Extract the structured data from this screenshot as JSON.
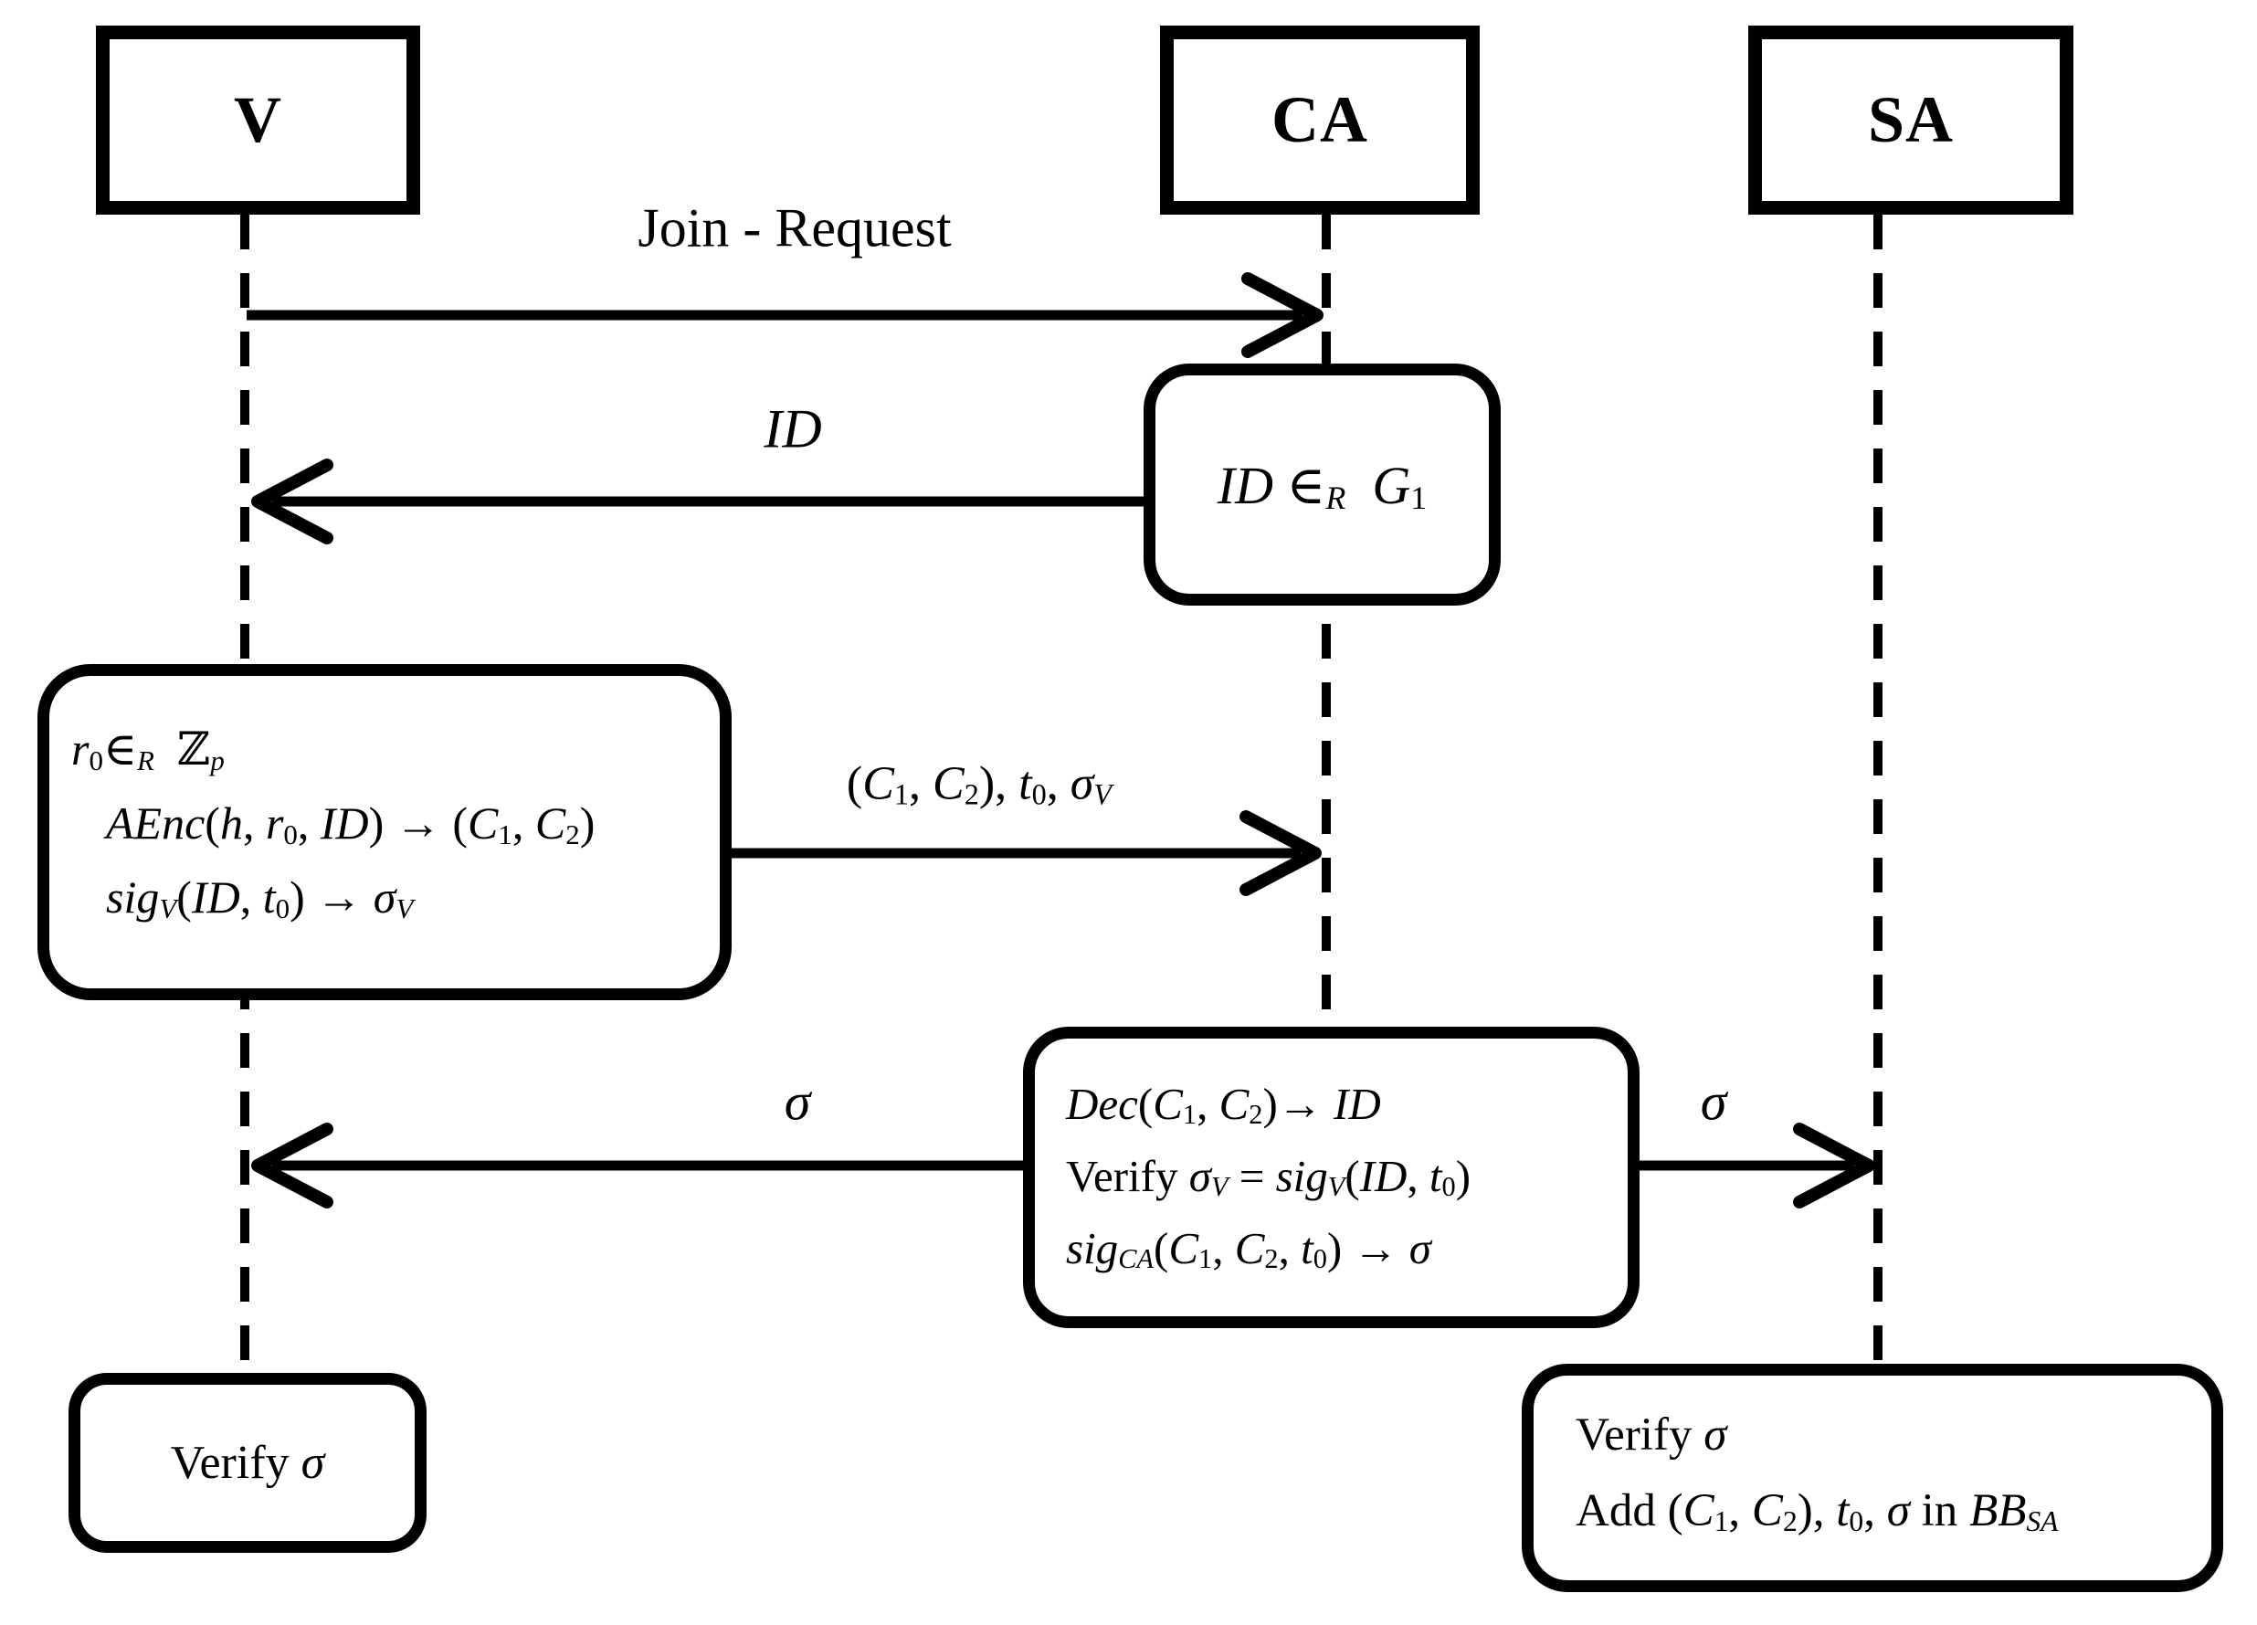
{
  "figure": {
    "kind": "protocol-sequence-diagram",
    "ink_color": "#000000",
    "background_color": "#ffffff"
  },
  "actors": [
    {
      "label": "V"
    },
    {
      "label": "CA"
    },
    {
      "label": "SA"
    }
  ],
  "messages": {
    "join_request": {
      "label": "Join - Request"
    },
    "id_response": {
      "label_segments": [
        {
          "t": "ID",
          "i": 1
        }
      ]
    },
    "commitment": {
      "label_segments": [
        {
          "t": "("
        },
        {
          "t": "C",
          "i": 1
        },
        {
          "t": "1",
          "sub": 1
        },
        {
          "t": ", "
        },
        {
          "t": "C",
          "i": 1
        },
        {
          "t": "2",
          "sub": 1
        },
        {
          "t": "), "
        },
        {
          "t": "t",
          "i": 1
        },
        {
          "t": "0",
          "sub": 1
        },
        {
          "t": ", "
        },
        {
          "t": "σ",
          "i": 1
        },
        {
          "t": "V",
          "sub": 1,
          "i": 1
        }
      ]
    },
    "sigma_to_v": {
      "label_segments": [
        {
          "t": "σ",
          "i": 1
        }
      ]
    },
    "sigma_to_sa": {
      "label_segments": [
        {
          "t": "σ",
          "i": 1
        }
      ]
    }
  },
  "boxes": {
    "ca_id_gen": {
      "lines": [
        [
          {
            "t": "ID",
            "i": 1
          },
          {
            "t": " ∈"
          },
          {
            "t": "R",
            "sub": 1,
            "i": 1
          },
          {
            "t": "  "
          },
          {
            "t": "G",
            "i": 1
          },
          {
            "t": "1",
            "sub": 1
          }
        ]
      ]
    },
    "v_encrypt": {
      "lines": [
        [
          {
            "t": "r",
            "i": 1
          },
          {
            "t": "0",
            "sub": 1
          },
          {
            "t": "∈"
          },
          {
            "t": "R",
            "sub": 1,
            "i": 1
          },
          {
            "t": "  ℤ"
          },
          {
            "t": "p",
            "sub": 1,
            "i": 1
          }
        ],
        [
          {
            "t": "AEnc",
            "i": 1
          },
          {
            "t": "("
          },
          {
            "t": "h",
            "i": 1
          },
          {
            "t": ", "
          },
          {
            "t": "r",
            "i": 1
          },
          {
            "t": "0",
            "sub": 1
          },
          {
            "t": ", "
          },
          {
            "t": "ID",
            "i": 1
          },
          {
            "t": ") → ("
          },
          {
            "t": "C",
            "i": 1
          },
          {
            "t": "1",
            "sub": 1
          },
          {
            "t": ", "
          },
          {
            "t": "C",
            "i": 1
          },
          {
            "t": "2",
            "sub": 1
          },
          {
            "t": ")"
          }
        ],
        [
          {
            "t": "sig",
            "i": 1
          },
          {
            "t": "V",
            "sub": 1,
            "i": 1
          },
          {
            "t": "("
          },
          {
            "t": "ID",
            "i": 1
          },
          {
            "t": ", "
          },
          {
            "t": "t",
            "i": 1
          },
          {
            "t": "0",
            "sub": 1
          },
          {
            "t": ") → "
          },
          {
            "t": "σ",
            "i": 1
          },
          {
            "t": "V",
            "sub": 1,
            "i": 1
          }
        ]
      ]
    },
    "ca_process": {
      "lines": [
        [
          {
            "t": "Dec",
            "i": 1
          },
          {
            "t": "("
          },
          {
            "t": "C",
            "i": 1
          },
          {
            "t": "1",
            "sub": 1
          },
          {
            "t": ", "
          },
          {
            "t": "C",
            "i": 1
          },
          {
            "t": "2",
            "sub": 1
          },
          {
            "t": ")→ "
          },
          {
            "t": "ID",
            "i": 1
          }
        ],
        [
          {
            "t": "Verify "
          },
          {
            "t": "σ",
            "i": 1
          },
          {
            "t": "V",
            "sub": 1,
            "i": 1
          },
          {
            "t": " = "
          },
          {
            "t": "sig",
            "i": 1
          },
          {
            "t": "V",
            "sub": 1,
            "i": 1
          },
          {
            "t": "("
          },
          {
            "t": "ID",
            "i": 1
          },
          {
            "t": ", "
          },
          {
            "t": "t",
            "i": 1
          },
          {
            "t": "0",
            "sub": 1
          },
          {
            "t": ")"
          }
        ],
        [
          {
            "t": "sig",
            "i": 1
          },
          {
            "t": "CA",
            "sub": 1,
            "i": 1
          },
          {
            "t": "("
          },
          {
            "t": "C",
            "i": 1
          },
          {
            "t": "1",
            "sub": 1
          },
          {
            "t": ", "
          },
          {
            "t": "C",
            "i": 1
          },
          {
            "t": "2",
            "sub": 1
          },
          {
            "t": ", "
          },
          {
            "t": "t",
            "i": 1
          },
          {
            "t": "0",
            "sub": 1
          },
          {
            "t": ") → "
          },
          {
            "t": "σ",
            "i": 1
          }
        ]
      ]
    },
    "v_verify": {
      "lines": [
        [
          {
            "t": "Verify "
          },
          {
            "t": "σ",
            "i": 1
          }
        ]
      ]
    },
    "sa_record": {
      "lines": [
        [
          {
            "t": "Verify "
          },
          {
            "t": "σ",
            "i": 1
          }
        ],
        [
          {
            "t": "Add ("
          },
          {
            "t": "C",
            "i": 1
          },
          {
            "t": "1",
            "sub": 1
          },
          {
            "t": ", "
          },
          {
            "t": "C",
            "i": 1
          },
          {
            "t": "2",
            "sub": 1
          },
          {
            "t": "), "
          },
          {
            "t": "t",
            "i": 1
          },
          {
            "t": "0",
            "sub": 1
          },
          {
            "t": ", "
          },
          {
            "t": "σ",
            "i": 1
          },
          {
            "t": " in "
          },
          {
            "t": "BB",
            "i": 1
          },
          {
            "t": "SA",
            "sub": 1,
            "i": 1
          }
        ]
      ]
    }
  }
}
